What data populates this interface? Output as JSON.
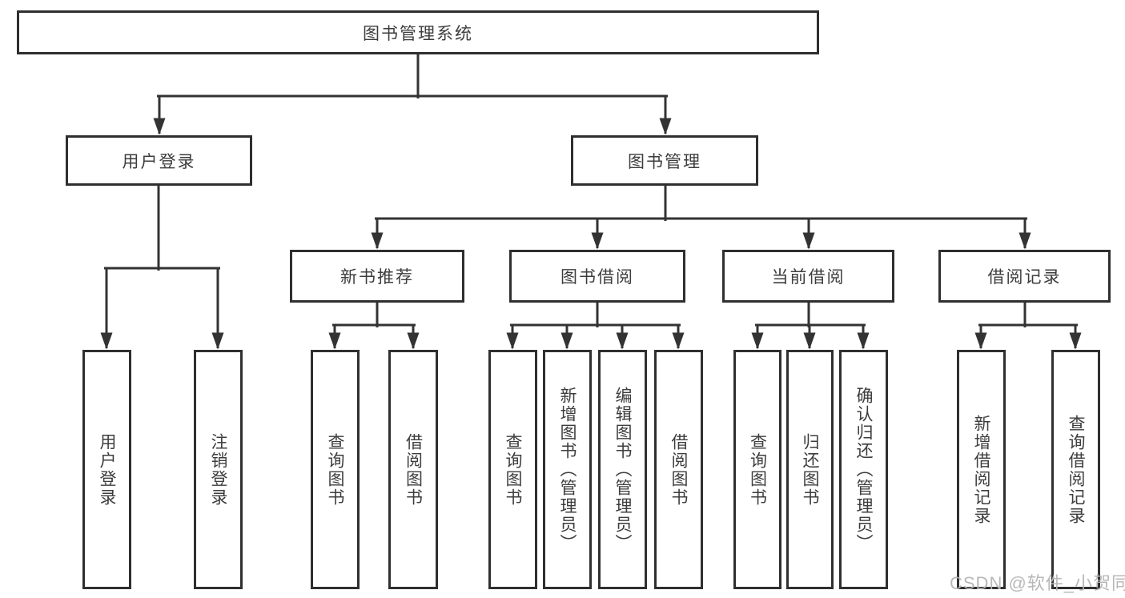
{
  "nodes": {
    "root": {
      "label": "图书管理系统"
    },
    "user_login": {
      "label": "用户登录"
    },
    "book_mgmt": {
      "label": "图书管理"
    },
    "new_book_rec": {
      "label": "新书推荐"
    },
    "book_borrow": {
      "label": "图书借阅"
    },
    "current_borrow": {
      "label": "当前借阅"
    },
    "borrow_records": {
      "label": "借阅记录"
    },
    "ul_user_login": {
      "label": "用户登录"
    },
    "ul_logout": {
      "label": "注销登录"
    },
    "nb_query_book": {
      "label": "查询图书"
    },
    "nb_borrow_book": {
      "label": "借阅图书"
    },
    "bb_query_book": {
      "label": "查询图书"
    },
    "bb_add_book": {
      "label": "新增图书（管理员）"
    },
    "bb_edit_book": {
      "label": "编辑图书（管理员）"
    },
    "bb_borrow_book": {
      "label": "借阅图书"
    },
    "cb_query_book": {
      "label": "查询图书"
    },
    "cb_return_book": {
      "label": "归还图书"
    },
    "cb_confirm_return": {
      "label": "确认归还（管理员）"
    },
    "br_add_record": {
      "label": "新增借阅记录"
    },
    "br_query_record": {
      "label": "查询借阅记录"
    }
  },
  "colors": {
    "line": "#333333",
    "border": "#2f2f2f",
    "text": "#3d3d3d",
    "watermark": "#b4b4b4"
  },
  "watermark": {
    "text": "CSDN @软件_小贺同学"
  }
}
